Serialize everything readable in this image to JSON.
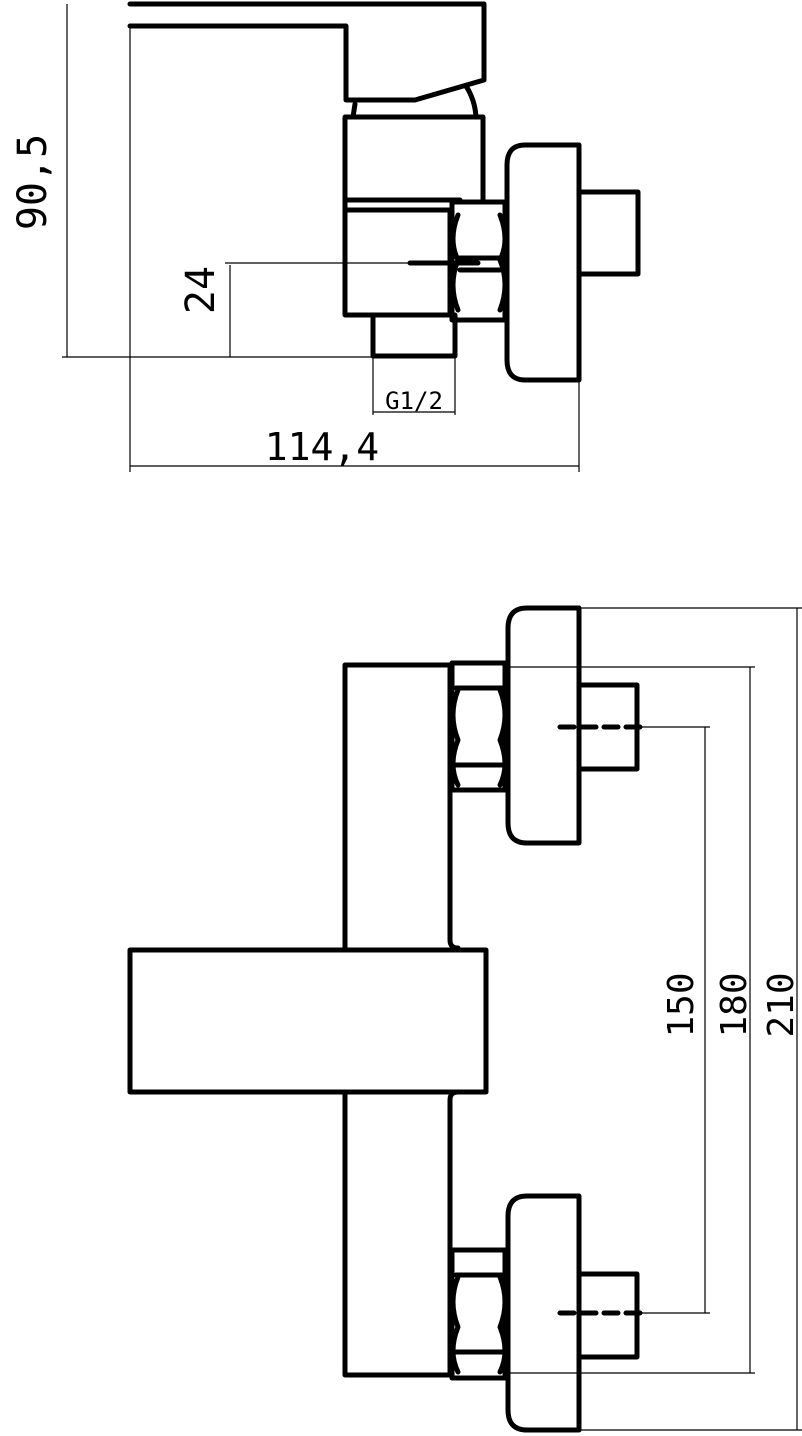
{
  "drawing": {
    "side_view": {
      "height_dim": "90,5",
      "center_dim": "24",
      "thread_dim": "G1/2",
      "depth_dim": "114,4"
    },
    "front_view": {
      "dim_min": "150",
      "dim_mid": "180",
      "dim_max": "210"
    },
    "line_color": "#000000",
    "background": "#ffffff"
  }
}
